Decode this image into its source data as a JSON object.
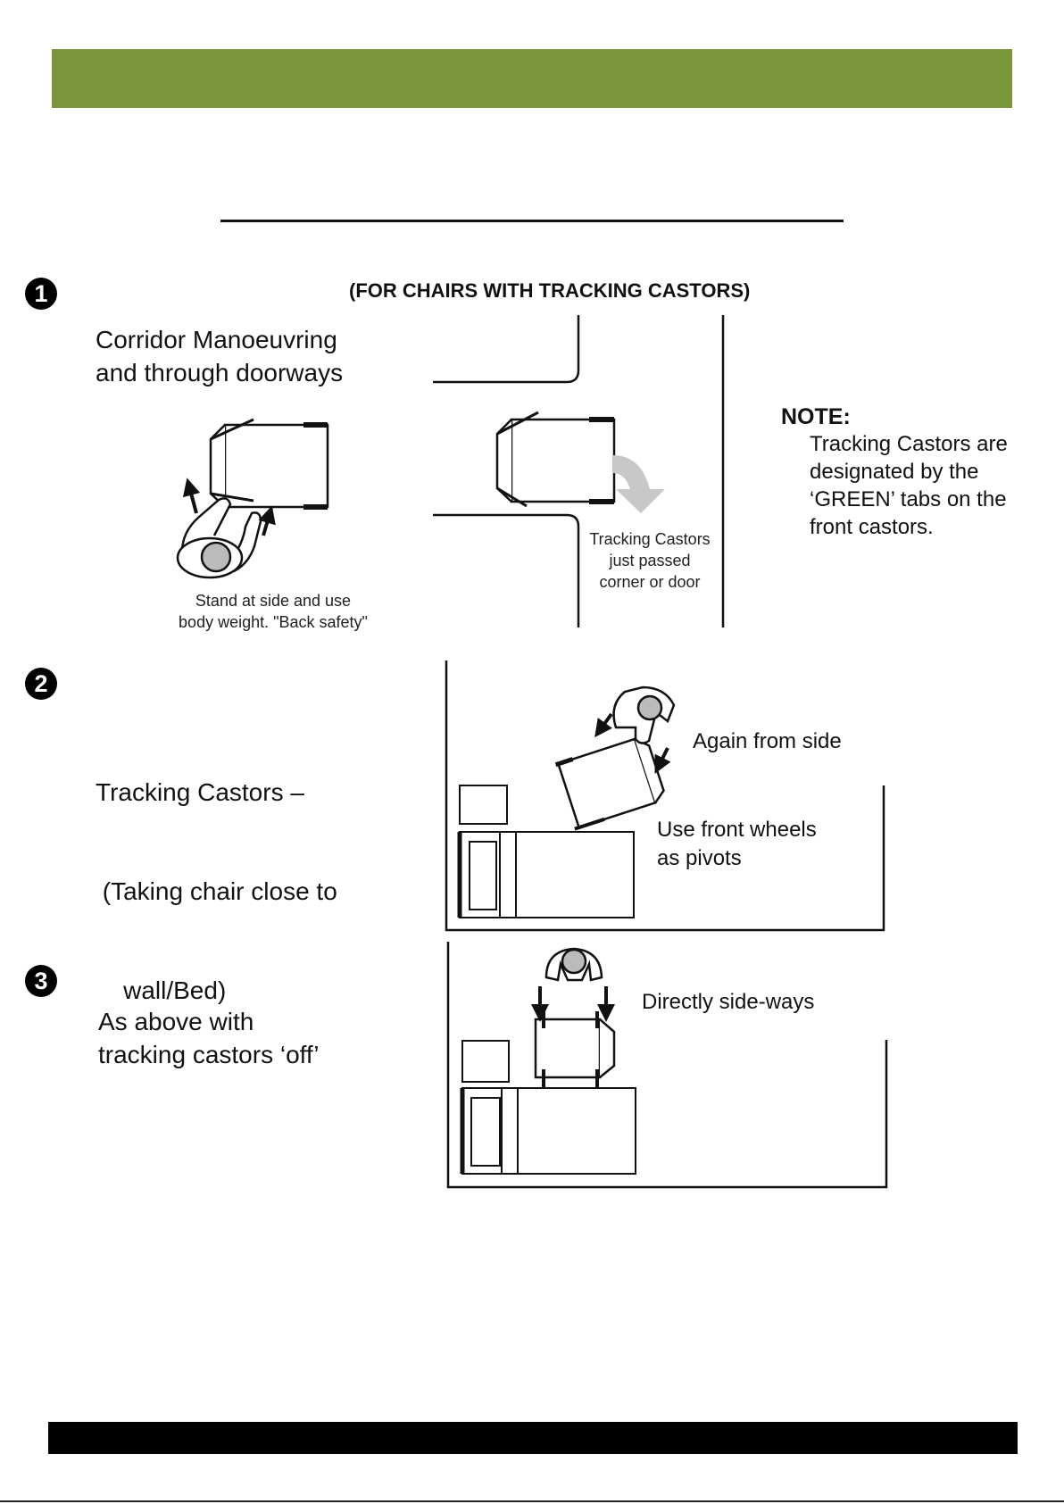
{
  "step1": {
    "number": "1",
    "subtitle": "(FOR CHAIRS WITH TRACKING CASTORS)",
    "heading_lines": [
      "Corridor Manoeuvring",
      "and through doorways"
    ],
    "caption_left": [
      "Stand at side and use",
      "body weight. \"Back safety\""
    ],
    "caption_right": [
      "Tracking Castors",
      "just passed",
      "corner or door"
    ],
    "note_title": "NOTE:",
    "note_lines": [
      "Tracking Castors  are",
      "designated by the",
      "‘GREEN’ tabs on the",
      "front castors."
    ]
  },
  "step2": {
    "number": "2",
    "heading_lines": [
      "Tracking Castors –",
      " (Taking chair close to",
      "    wall/Bed)"
    ],
    "caption_side": "Again from side",
    "caption_pivot": [
      "Use front wheels",
      "as pivots"
    ]
  },
  "step3": {
    "number": "3",
    "heading_lines": [
      "As above with",
      "tracking castors ‘off’"
    ],
    "caption": "Directly side-ways"
  },
  "colors": {
    "header_bar": "#7a983b",
    "footer_bar": "#000000",
    "arrow_gray": "#c8c8c8"
  }
}
